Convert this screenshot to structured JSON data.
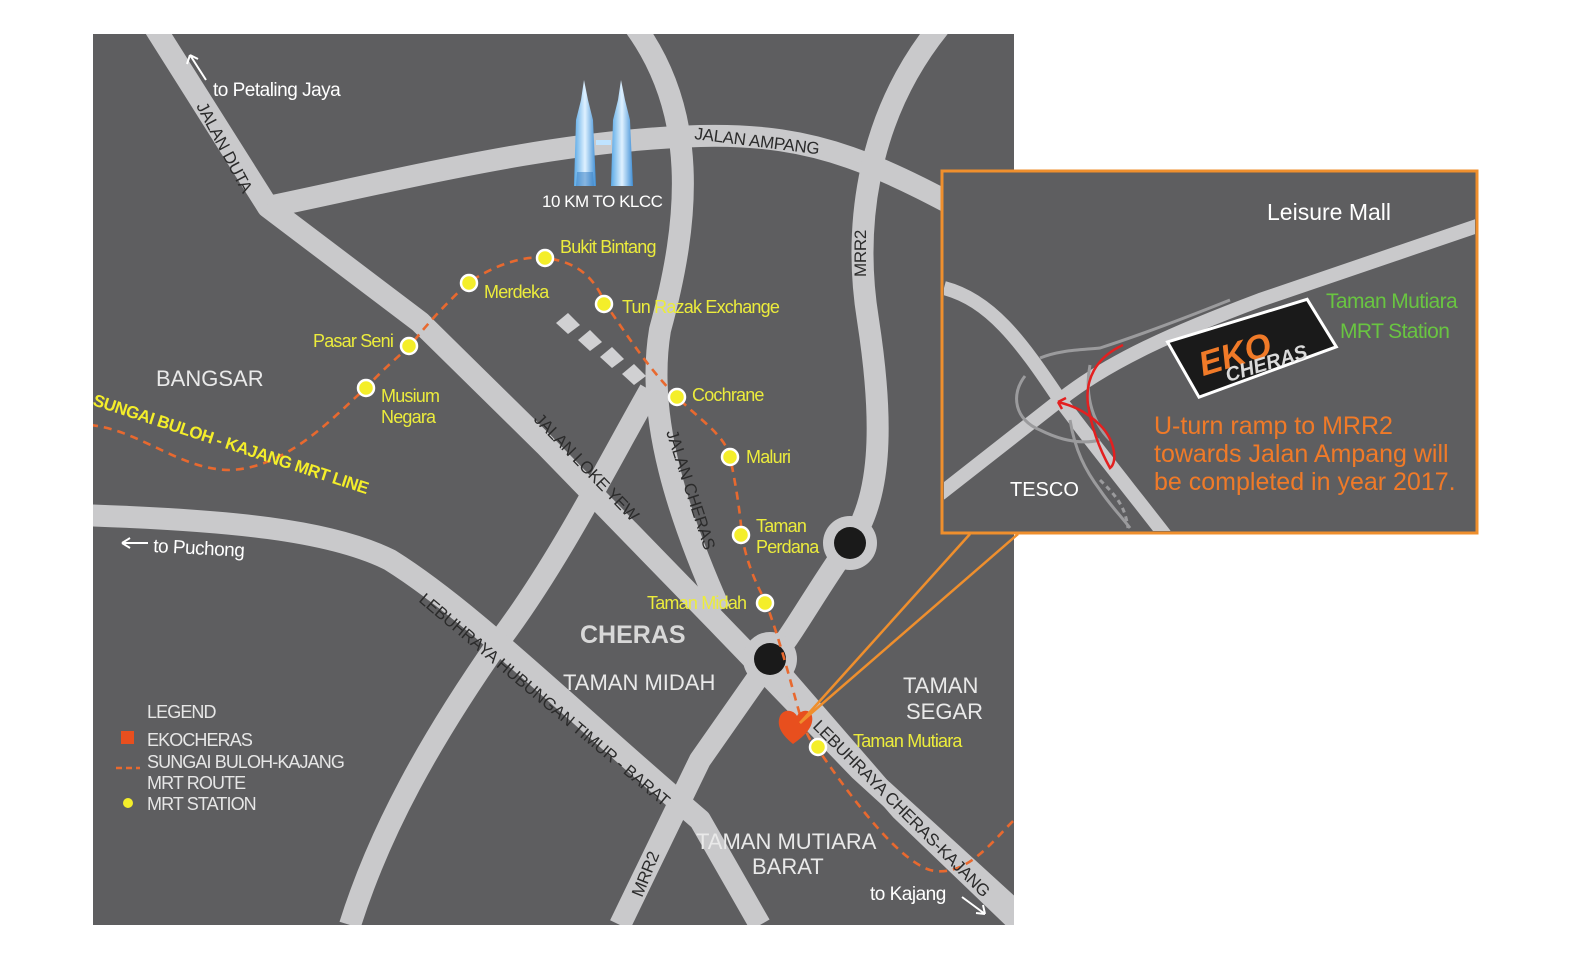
{
  "map": {
    "directions": {
      "petaling_jaya": "to Petaling Jaya",
      "puchong": "to Puchong",
      "kajang": "to Kajang"
    },
    "klcc_label": "10 KM TO KLCC",
    "roads": {
      "jalan_duta": "JALAN DUTA",
      "jalan_ampang": "JALAN AMPANG",
      "mrr2_north": "MRR2",
      "mrr2_south": "MRR2",
      "jalan_loke_yew": "JALAN LOKE YEW",
      "jalan_cheras": "JALAN CHERAS",
      "hubungan": "LEBUHRAYA HUBUNGAN TIMUR - BARAT",
      "cheras_kajang": "LEBUHRAYA CHERAS-KAJANG"
    },
    "mrt_line_label": "SUNGAI BULOH - KAJANG MRT LINE",
    "areas": {
      "bangsar": "BANGSAR",
      "cheras": "CHERAS",
      "taman_midah": "TAMAN  MIDAH",
      "taman": "TAMAN",
      "segar": "SEGAR",
      "mutiara_barat_1": "TAMAN MUTIARA",
      "mutiara_barat_2": "BARAT"
    },
    "stations": {
      "bukit_bintang": "Bukit Bintang",
      "merdeka": "Merdeka",
      "tun_razak": "Tun Razak Exchange",
      "pasar_seni": "Pasar Seni",
      "musium_1": "Musium",
      "musium_2": "Negara",
      "cochrane": "Cochrane",
      "maluri": "Maluri",
      "taman_perdana_1": "Taman",
      "taman_perdana_2": "Perdana",
      "taman_midah": "Taman Midah",
      "taman_mutiara": "Taman Mutiara"
    },
    "legend": {
      "title": "LEGEND",
      "ekocheras": "EKOCHERAS",
      "route_1": "SUNGAI BULOH-KAJANG",
      "route_2": "MRT ROUTE",
      "station": "MRT STATION"
    }
  },
  "inset": {
    "leisure_mall": "Leisure Mall",
    "mrt_station_1": "Taman Mutiara",
    "mrt_station_2": "MRT Station",
    "tesco": "TESCO",
    "logo_top": "EKO",
    "logo_bottom": "CHERAS",
    "note_1": "U-turn ramp to MRR2",
    "note_2": "towards Jalan Ampang will",
    "note_3": "be completed in year 2017."
  },
  "colors": {
    "map_bg": "#5e5e60",
    "road": "#c9c9cb",
    "mrt_route": "#e8692f",
    "station_dot": "#f4ee2a",
    "station_text": "#ecec3c",
    "inset_border": "#ef8f2d",
    "eko_marker": "#e84f1e",
    "note_orange": "#f07a28",
    "green_text": "#69c541"
  }
}
